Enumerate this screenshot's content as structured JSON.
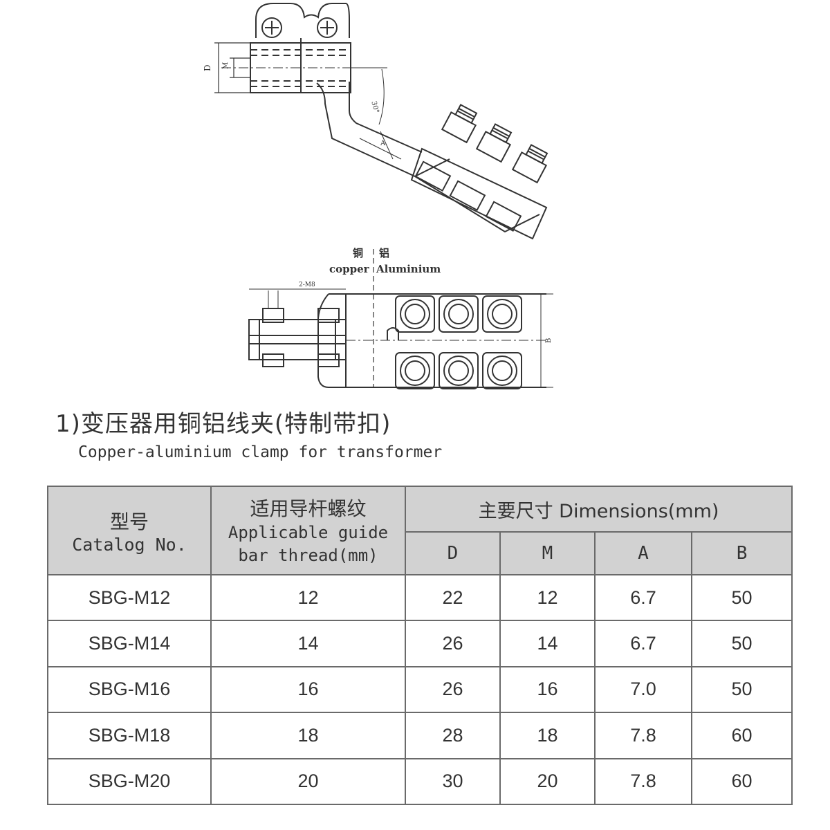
{
  "drawing": {
    "label_copper_zh": "铜",
    "label_aluminium_zh": "铝",
    "label_copper": "copper",
    "label_aluminium": "Aluminium",
    "dim_D": "D",
    "dim_M": "M",
    "dim_angle": "30°",
    "dim_A": "A",
    "dim_bolt": "2-M8",
    "dim_B": "B"
  },
  "caption": {
    "zh": "1)变压器用铜铝线夹(特制带扣)",
    "en": "Copper-aluminium clamp for transformer"
  },
  "table": {
    "header": {
      "catalog_zh": "型号",
      "catalog_en": "Catalog No.",
      "thread_zh": "适用导杆螺纹",
      "thread_en_1": "Applicable guide",
      "thread_en_2": "bar thread(mm)",
      "dimensions": "主要尺寸 Dimensions(mm)",
      "col_D": "D",
      "col_M": "M",
      "col_A": "A",
      "col_B": "B"
    },
    "rows": [
      {
        "catalog": "SBG-M12",
        "thread": "12",
        "D": "22",
        "M": "12",
        "A": "6.7",
        "B": "50"
      },
      {
        "catalog": "SBG-M14",
        "thread": "14",
        "D": "26",
        "M": "14",
        "A": "6.7",
        "B": "50"
      },
      {
        "catalog": "SBG-M16",
        "thread": "16",
        "D": "26",
        "M": "16",
        "A": "7.0",
        "B": "50"
      },
      {
        "catalog": "SBG-M18",
        "thread": "18",
        "D": "28",
        "M": "18",
        "A": "7.8",
        "B": "60"
      },
      {
        "catalog": "SBG-M20",
        "thread": "20",
        "D": "30",
        "M": "20",
        "A": "7.8",
        "B": "60"
      }
    ]
  }
}
